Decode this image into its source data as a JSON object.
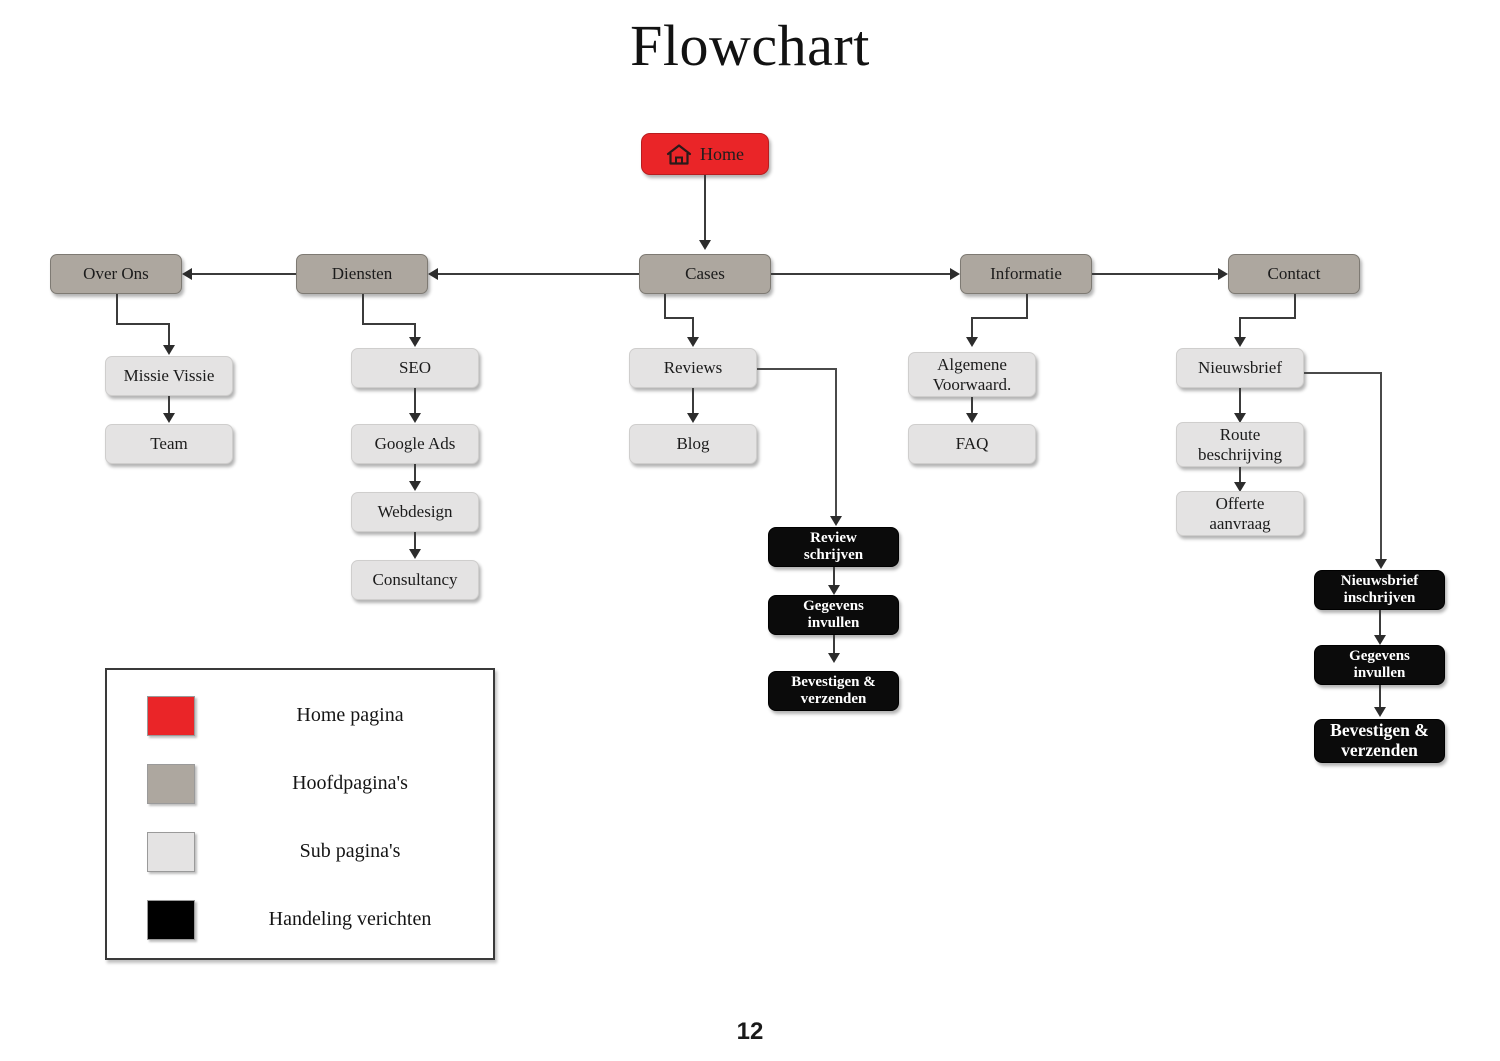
{
  "page": {
    "title": "Flowchart",
    "page_number": "12"
  },
  "colors": {
    "home": "#ea2528",
    "main_page": "#ada79f",
    "sub_page": "#e4e3e3",
    "action": "#0b0b0b",
    "connector": "#3b3b3b",
    "background": "#ffffff"
  },
  "nodes": {
    "home": {
      "label": "Home",
      "icon": "home-icon",
      "type": "home"
    },
    "main": [
      {
        "id": "over-ons",
        "label": "Over Ons"
      },
      {
        "id": "diensten",
        "label": "Diensten"
      },
      {
        "id": "cases",
        "label": "Cases"
      },
      {
        "id": "informatie",
        "label": "Informatie"
      },
      {
        "id": "contact",
        "label": "Contact"
      }
    ],
    "over_ons_children": [
      {
        "id": "missie-vissie",
        "label": "Missie Vissie"
      },
      {
        "id": "team",
        "label": "Team"
      }
    ],
    "diensten_children": [
      {
        "id": "seo",
        "label": "SEO"
      },
      {
        "id": "google-ads",
        "label": "Google Ads"
      },
      {
        "id": "webdesign",
        "label": "Webdesign"
      },
      {
        "id": "consultancy",
        "label": "Consultancy"
      }
    ],
    "cases_children": [
      {
        "id": "reviews",
        "label": "Reviews"
      },
      {
        "id": "blog",
        "label": "Blog"
      }
    ],
    "informatie_children": [
      {
        "id": "algemene-voorwaarden",
        "label": "Algemene\nVoorwaard.",
        "line1": "Algemene",
        "line2": "Voorwaard."
      },
      {
        "id": "faq",
        "label": "FAQ"
      }
    ],
    "contact_children": [
      {
        "id": "nieuwsbrief",
        "label": "Nieuwsbrief"
      },
      {
        "id": "route-beschrijving",
        "line1": "Route",
        "line2": "beschrijving"
      },
      {
        "id": "offerte-aanvraag",
        "line1": "Offerte",
        "line2": "aanvraag"
      }
    ],
    "review_actions": [
      {
        "id": "review-schrijven",
        "line1": "Review",
        "line2": "schrijven"
      },
      {
        "id": "gegevens-invullen",
        "line1": "Gegevens",
        "line2": "invullen"
      },
      {
        "id": "bevestigen-verzenden",
        "line1": "Bevestigen &",
        "line2": "verzenden"
      }
    ],
    "newsletter_actions": [
      {
        "id": "nieuwsbrief-inschrijven",
        "line1": "Nieuwsbrief",
        "line2": "inschrijven"
      },
      {
        "id": "gegevens-invullen-2",
        "line1": "Gegevens",
        "line2": "invullen"
      },
      {
        "id": "bevestigen-verzenden-2",
        "line1": "Bevestigen &",
        "line2": "verzenden"
      }
    ]
  },
  "legend": {
    "items": [
      {
        "color": "#ea2528",
        "label": "Home pagina"
      },
      {
        "color": "#ada79f",
        "label": "Hoofdpagina's"
      },
      {
        "color": "#e4e3e3",
        "label": "Sub pagina's"
      },
      {
        "color": "#000000",
        "label": "Handeling verichten"
      }
    ]
  }
}
